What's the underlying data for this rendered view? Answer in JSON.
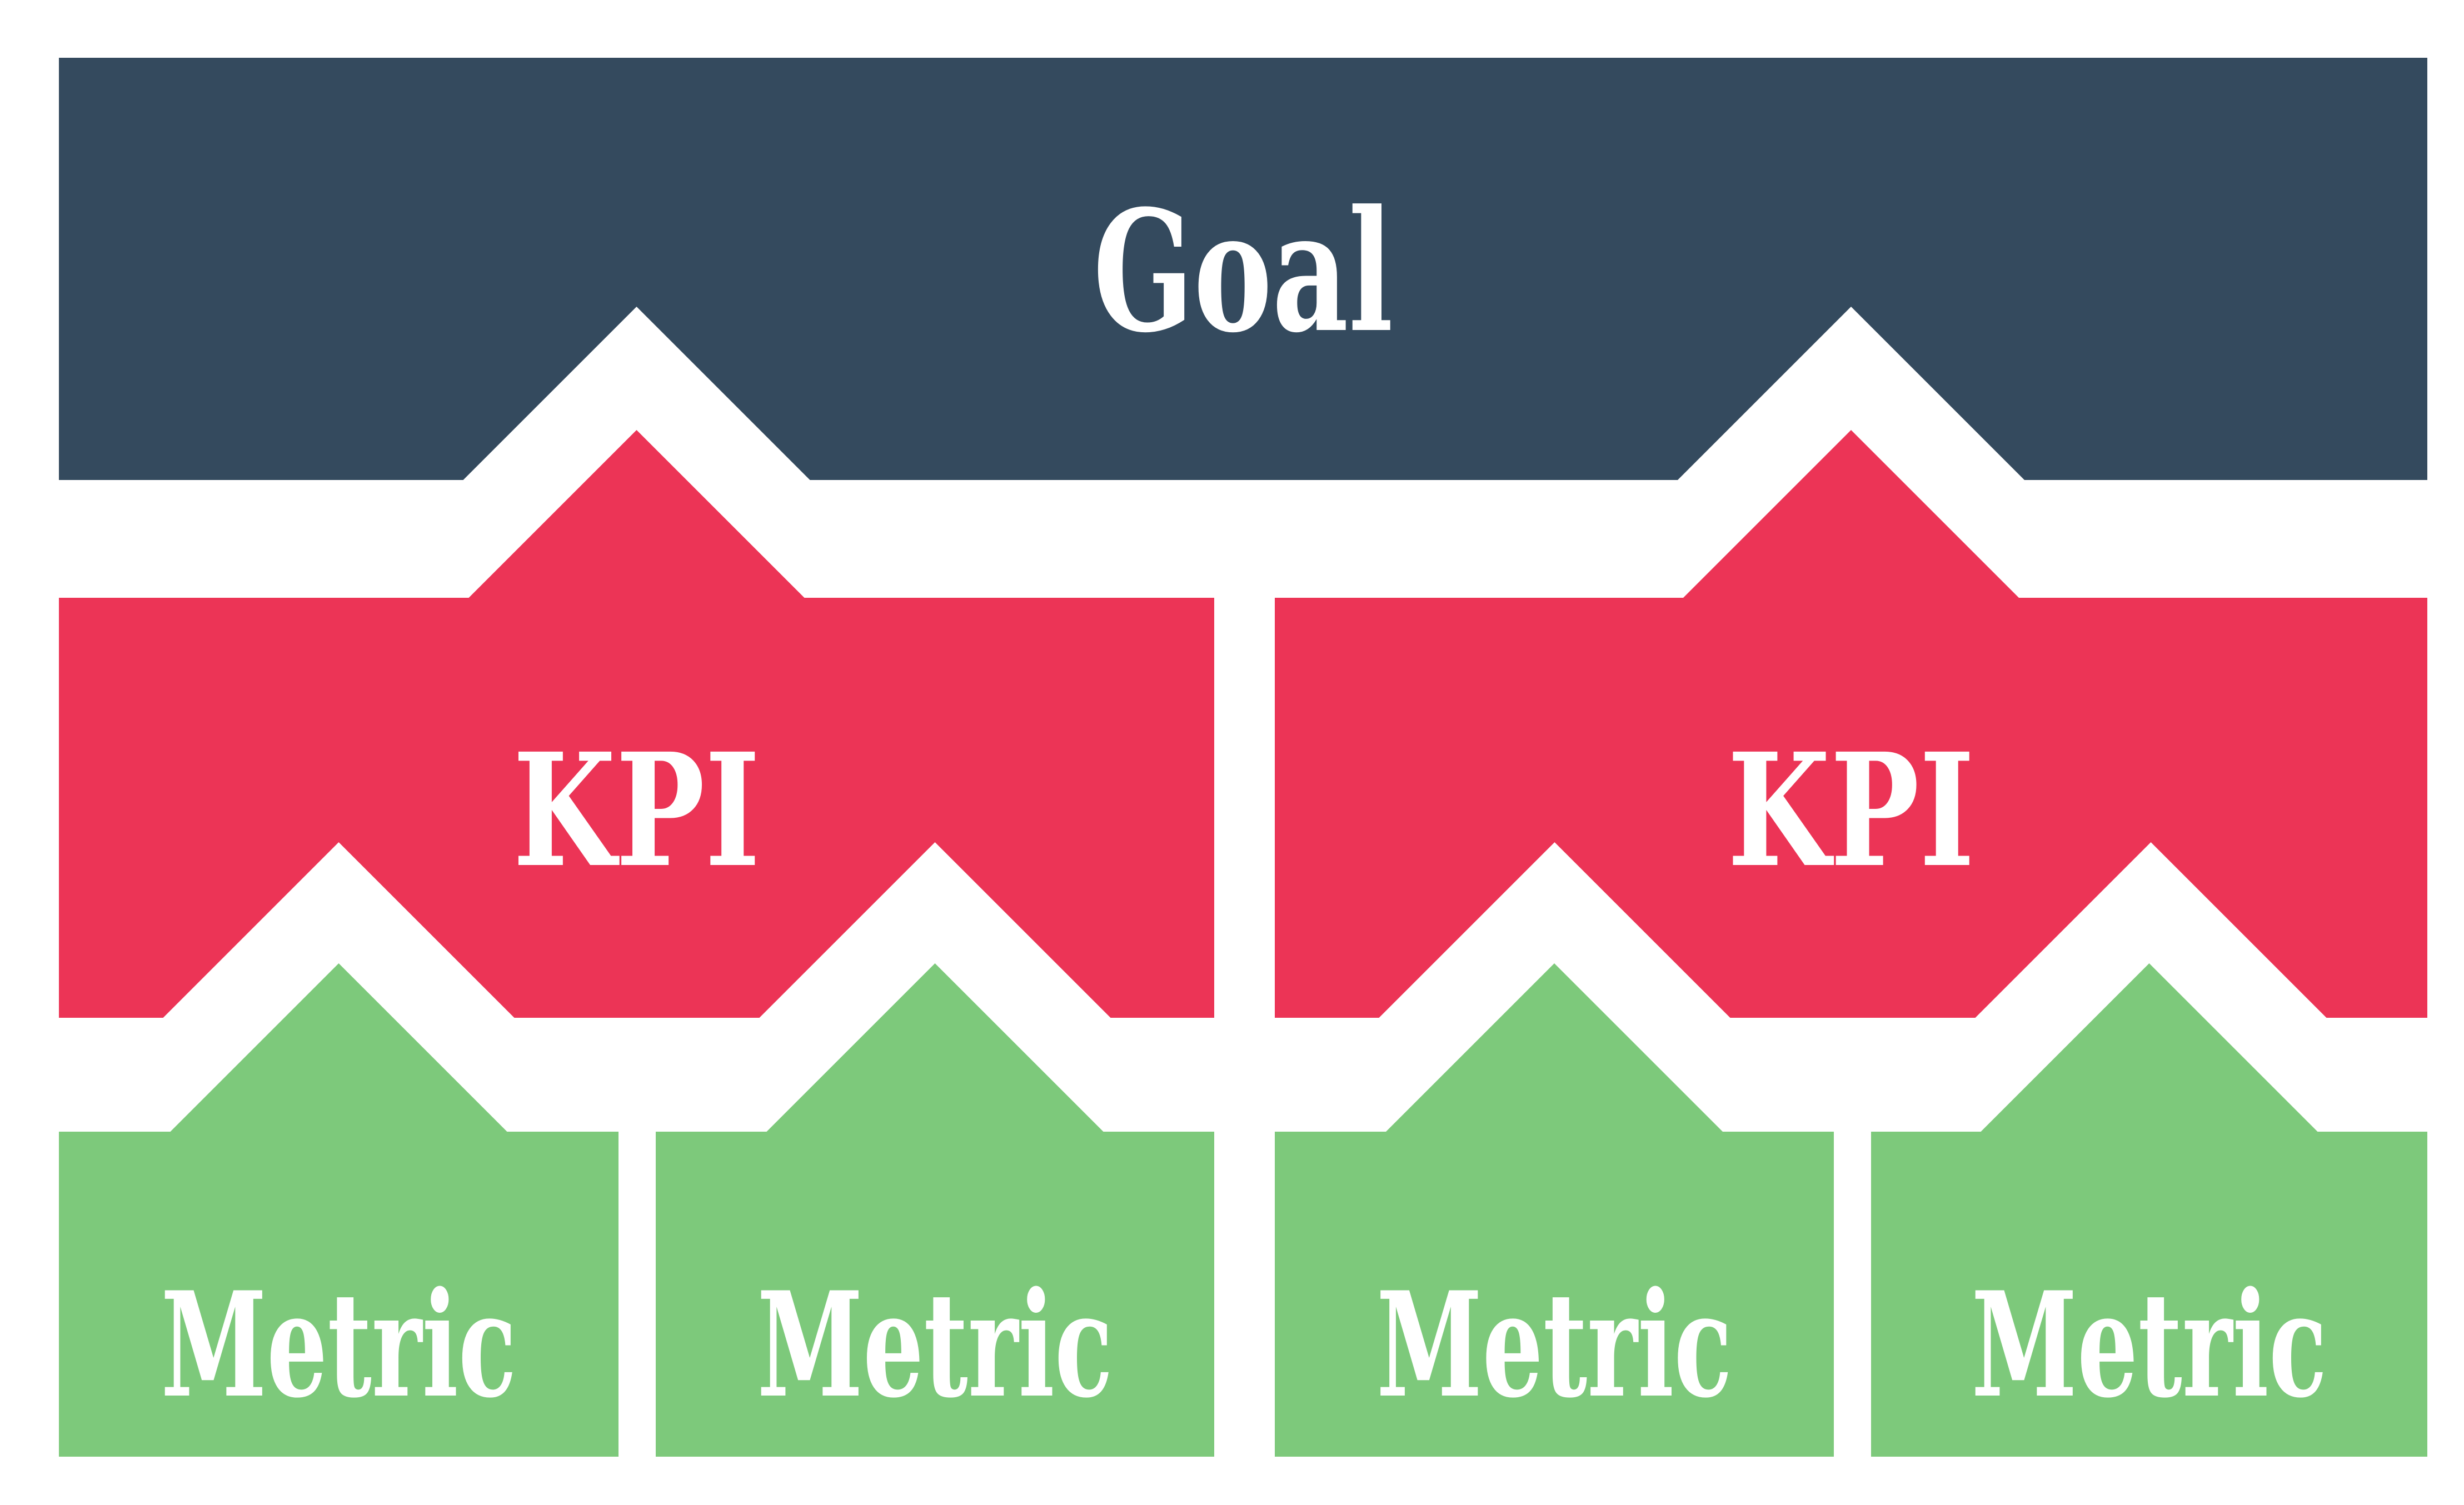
{
  "colors": {
    "background": "#FFFFFF",
    "goal": "#344A5E",
    "kpi": "#EC3456",
    "metric": "#7DC97B",
    "label": "#FFFFFF"
  },
  "diagram": {
    "goal": {
      "label": "Goal"
    },
    "kpis": [
      {
        "label": "KPI",
        "metrics": [
          {
            "label": "Metric"
          },
          {
            "label": "Metric"
          }
        ]
      },
      {
        "label": "KPI",
        "metrics": [
          {
            "label": "Metric"
          },
          {
            "label": "Metric"
          }
        ]
      }
    ]
  }
}
